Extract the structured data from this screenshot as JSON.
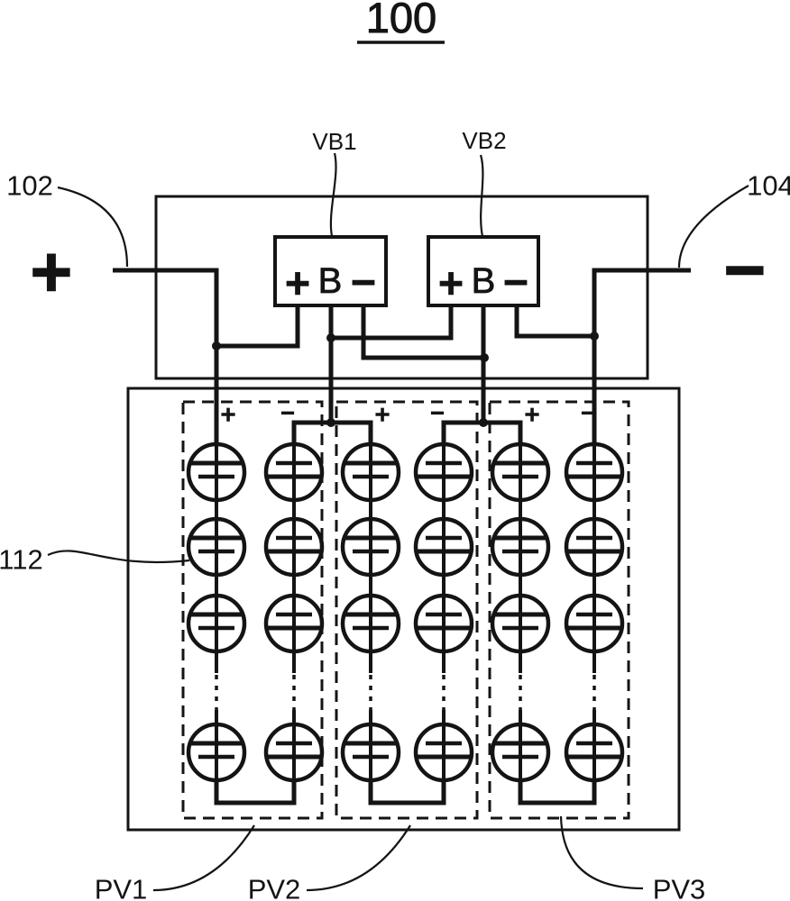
{
  "figure": {
    "number": "100",
    "kind": "patent-circuit-diagram"
  },
  "terminals": {
    "positive": {
      "ref": "102",
      "symbol": "+"
    },
    "negative": {
      "ref": "104",
      "symbol": "−"
    }
  },
  "batteries": [
    {
      "label": "VB1",
      "plus": "+",
      "name": "B",
      "minus": "−"
    },
    {
      "label": "VB2",
      "plus": "+",
      "name": "B",
      "minus": "−"
    }
  ],
  "cell_ref": "112",
  "pv_strings": [
    {
      "label": "PV1",
      "plus": "+",
      "minus": "−",
      "col_x": [
        240,
        326
      ]
    },
    {
      "label": "PV2",
      "plus": "+",
      "minus": "−",
      "col_x": [
        411,
        492
      ]
    },
    {
      "label": "PV3",
      "plus": "+",
      "minus": "−",
      "col_x": [
        577,
        659
      ]
    }
  ],
  "cell_rows_y": [
    524,
    607,
    692,
    835
  ],
  "cell_radius": 31,
  "colors": {
    "ink": "#141414",
    "background": "#ffffff"
  }
}
